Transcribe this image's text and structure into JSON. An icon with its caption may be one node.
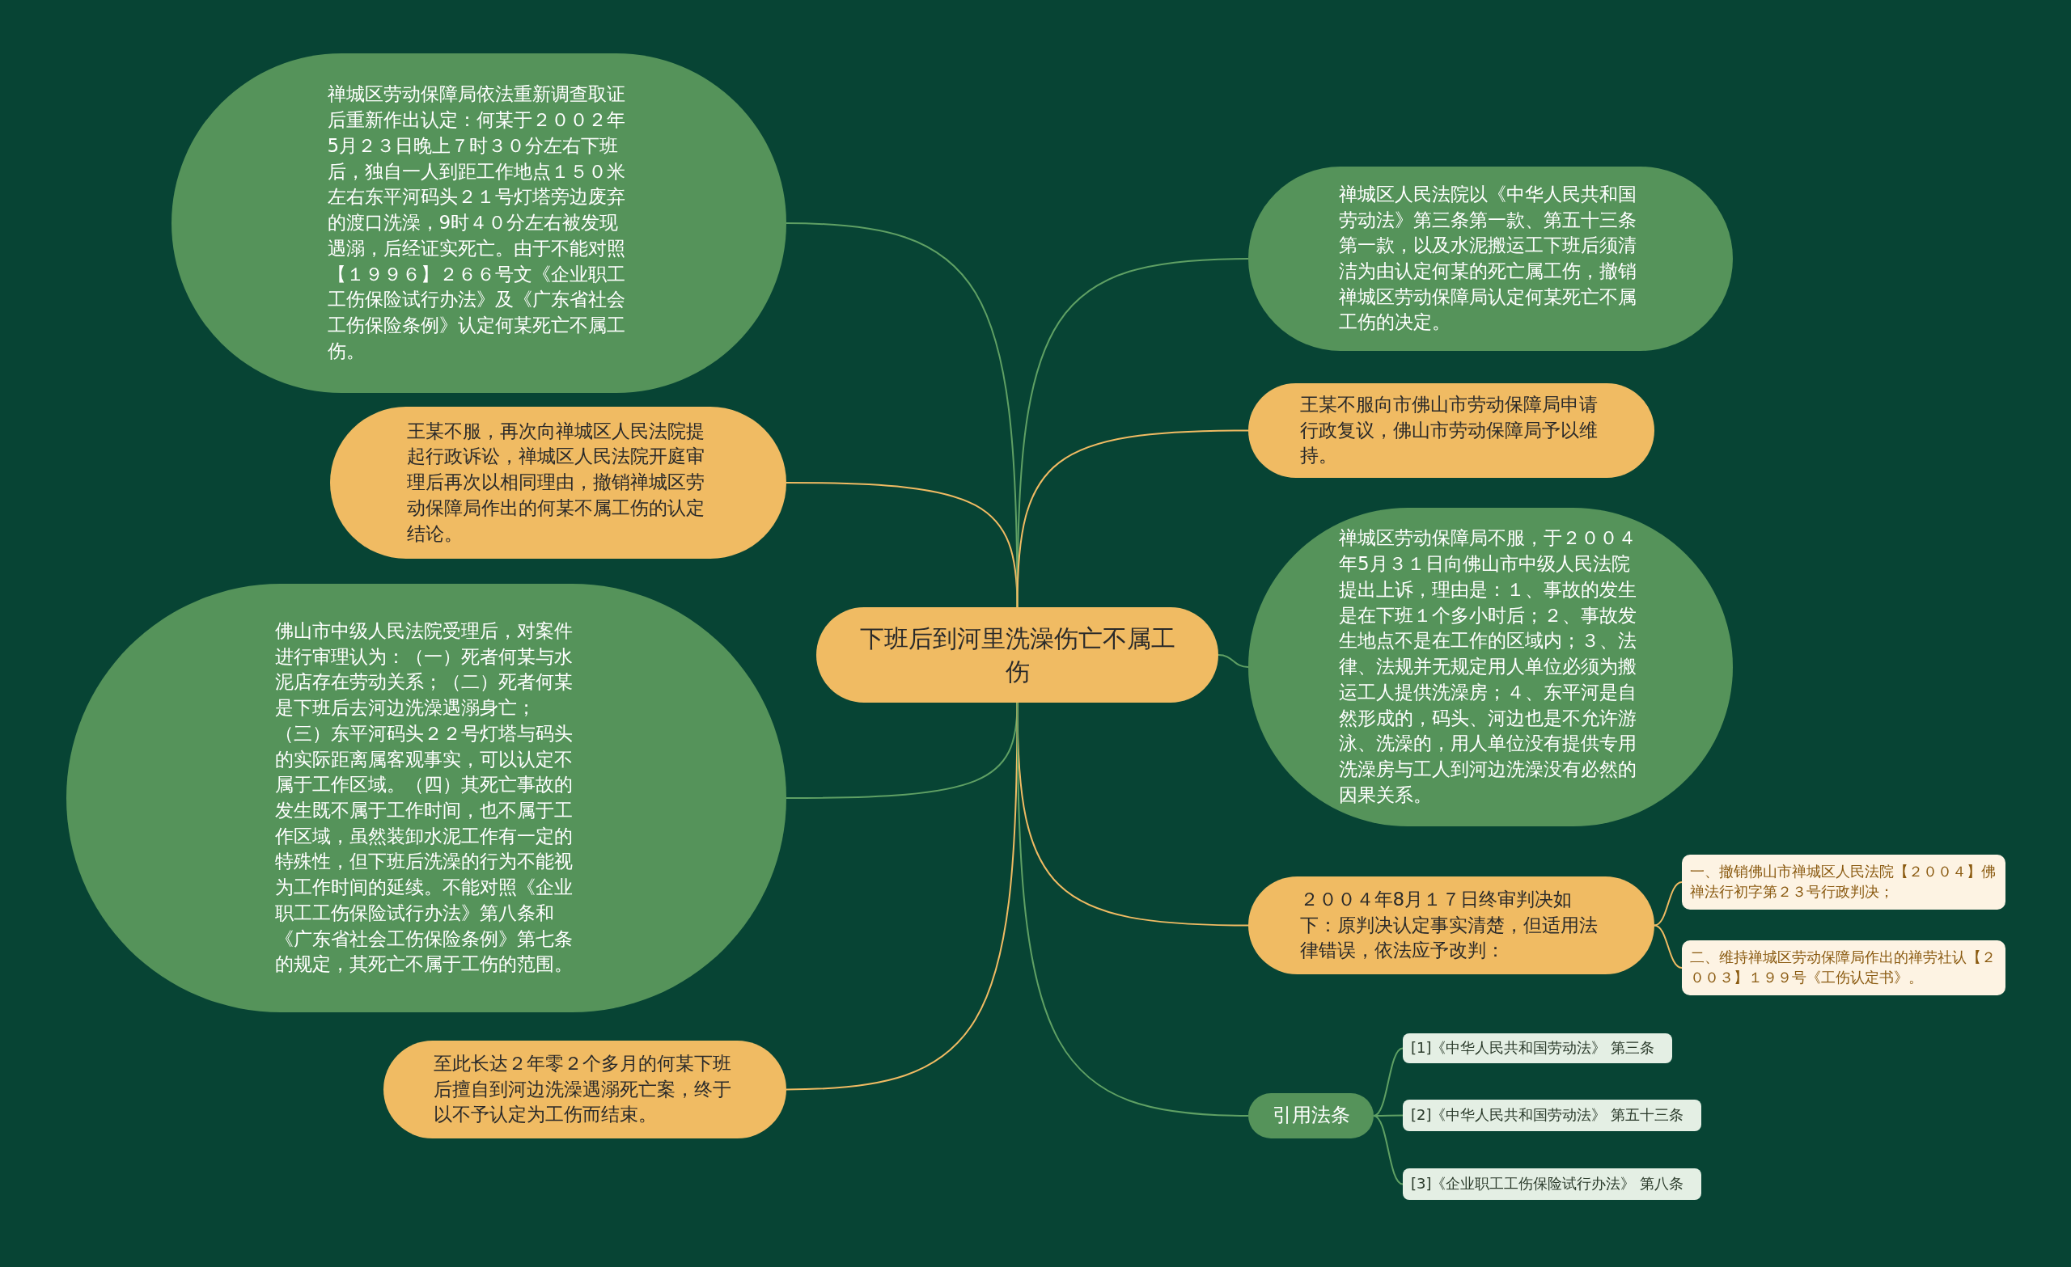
{
  "diagram": {
    "nodes": [
      {
        "text": [
          "下班后到河里洗澡伤亡不属工伤"
        ]
      },
      {
        "text": [
          "禅城区劳动保障局依法重新调查取证后重新作出认定：何某于２００２年5月２３日晚上７时３０分左右下班后，独自一人到距工作地点１５０米左右东平河码头２１号灯塔旁边废弃的渡口洗澡，9时４０分左右被发现遇溺，后经证实死亡。由于不能对照【１９９６】２６６号文《企业职工工伤保险试行办法》及《广东省社会工伤保险条例》认定何某死亡不属工伤。"
        ]
      },
      {
        "text": [
          "王某不服，再次向禅城区人民法院提起行政诉讼，禅城区人民法院开庭审理后再次以相同理由，撤销禅城区劳动保障局作出的何某不属工伤的认定结论。"
        ]
      },
      {
        "text": [
          "佛山市中级人民法院受理后，对案件进行审理认为：（一）死者何某与水泥店存在劳动关系；（二）死者何某是下班后去河边洗澡遇溺身亡；（三）东平河码头２２号灯塔与码头的实际距离属客观事实，可以认定不属于工作区域。（四）其死亡事故的发生既不属于工作时间，也不属于工作区域，虽然装卸水泥工作有一定的特殊性，但下班后洗澡的行为不能视为工作时间的延续。不能对照《企业职工工伤保险试行办法》第八条和《广东省社会工伤保险条例》第七条的规定，其死亡不属于工伤的范围。"
        ]
      },
      {
        "text": [
          "至此长达２年零２个多月的何某下班后擅自到河边洗澡遇溺死亡案，终于以不予认定为工伤而结束。"
        ]
      },
      {
        "text": [
          "禅城区人民法院以《中华人民共和国劳动法》第三条第一款、第五十三条第一款，以及水泥搬运工下班后须清洁为由认定何某的死亡属工伤，撤销禅城区劳动保障局认定何某死亡不属工伤的决定。"
        ]
      },
      {
        "text": [
          "王某不服向市佛山市劳动保障局申请行政复议，佛山市劳动保障局予以维持。"
        ]
      },
      {
        "text": [
          "禅城区劳动保障局不服，于２００４年5月３１日向佛山市中级人民法院提出上诉，理由是：１、事故的发生是在下班１个多小时后；２、事故发生地点不是在工作的区域内；３、法律、法规并无规定用人单位必须为搬运工人提供洗澡房；４、东平河是自然形成的，码头、河边也是不允许游泳、洗澡的，用人单位没有提供专用洗澡房与工人到河边洗澡没有必然的因果关系。"
        ]
      },
      {
        "text": [
          "２００４年8月１７日终审判决如下：原判决认定事实清楚，但适用法律错误，依法应予改判："
        ]
      },
      {
        "text": [
          "一、撤销佛山市禅城区人民法院【２００４】佛禅法行初字第２３号行政判决；"
        ]
      },
      {
        "text": [
          "二、维持禅城区劳动保障局作出的禅劳社认【２００３】１９９号《工伤认定书》。"
        ]
      },
      {
        "text": [
          "引用法条"
        ]
      },
      {
        "text": [
          "[1]《中华人民共和国劳动法》 第三条"
        ]
      },
      {
        "text": [
          "[2]《中华人民共和国劳动法》 第五十三条"
        ]
      },
      {
        "text": [
          "[3]《企业职工工伤保险试行办法》 第八条"
        ]
      }
    ],
    "edges": [
      {
        "from": 0,
        "to": 1,
        "arrow": "none"
      },
      {
        "from": 0,
        "to": 2,
        "arrow": "none",
        "color": "#f0bb63"
      },
      {
        "from": 0,
        "to": 3,
        "arrow": "none"
      },
      {
        "from": 0,
        "to": 4,
        "arrow": "none",
        "color": "#f0bb63"
      },
      {
        "from": 0,
        "to": 5,
        "arrow": "none"
      },
      {
        "from": 0,
        "to": 6,
        "arrow": "none",
        "color": "#f0bb63"
      },
      {
        "from": 0,
        "to": 7,
        "arrow": "none"
      },
      {
        "from": 0,
        "to": 8,
        "arrow": "none",
        "color": "#f0bb63"
      },
      {
        "from": 8,
        "to": 9,
        "arrow": "none",
        "color": "#f0bb63"
      },
      {
        "from": 8,
        "to": 10,
        "arrow": "none",
        "color": "#f0bb63"
      },
      {
        "from": 0,
        "to": 11,
        "arrow": "none"
      },
      {
        "from": 11,
        "to": 12,
        "arrow": "none"
      },
      {
        "from": 11,
        "to": 13,
        "arrow": "none"
      },
      {
        "from": 11,
        "to": 14,
        "arrow": "none"
      }
    ]
  }
}
